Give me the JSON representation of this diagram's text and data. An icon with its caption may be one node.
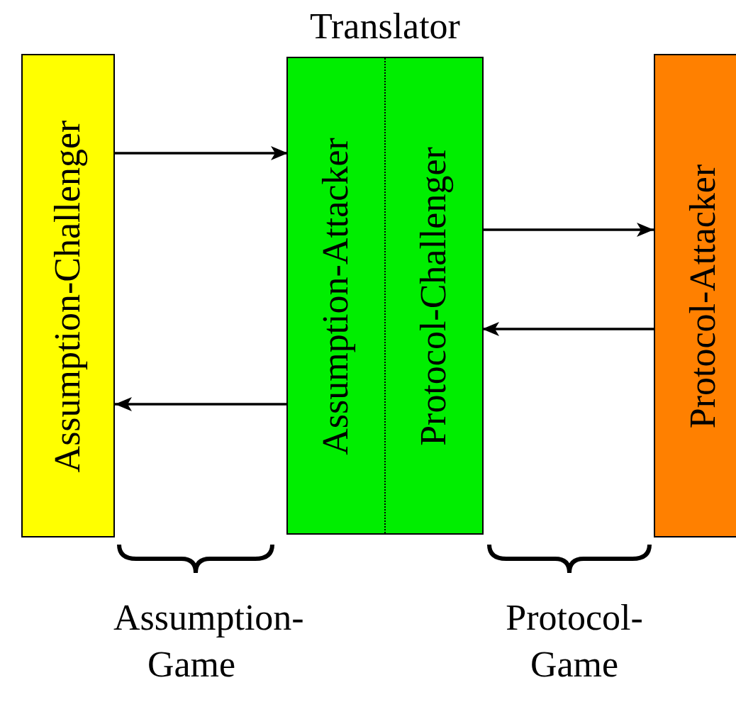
{
  "diagram": {
    "nodes": [
      {
        "text": [
          "Assumption-Challenger"
        ]
      },
      {
        "text": [
          "Translator"
        ]
      },
      {
        "text": [
          "Assumption-Attacker"
        ],
        "in": 1
      },
      {
        "text": [
          "Protocol-Challenger"
        ],
        "in": 1
      },
      {
        "text": [
          "Protocol-Attacker"
        ]
      }
    ],
    "edges": [
      {
        "from": 0,
        "to": 2,
        "arrow": "to"
      },
      {
        "from": 3,
        "to": 4,
        "arrow": "to"
      },
      {
        "from": 4,
        "to": 3,
        "arrow": "to"
      },
      {
        "from": 2,
        "to": 0,
        "arrow": "to"
      }
    ],
    "labels": [
      "Assumption- Game",
      "Protocol- Game"
    ]
  }
}
